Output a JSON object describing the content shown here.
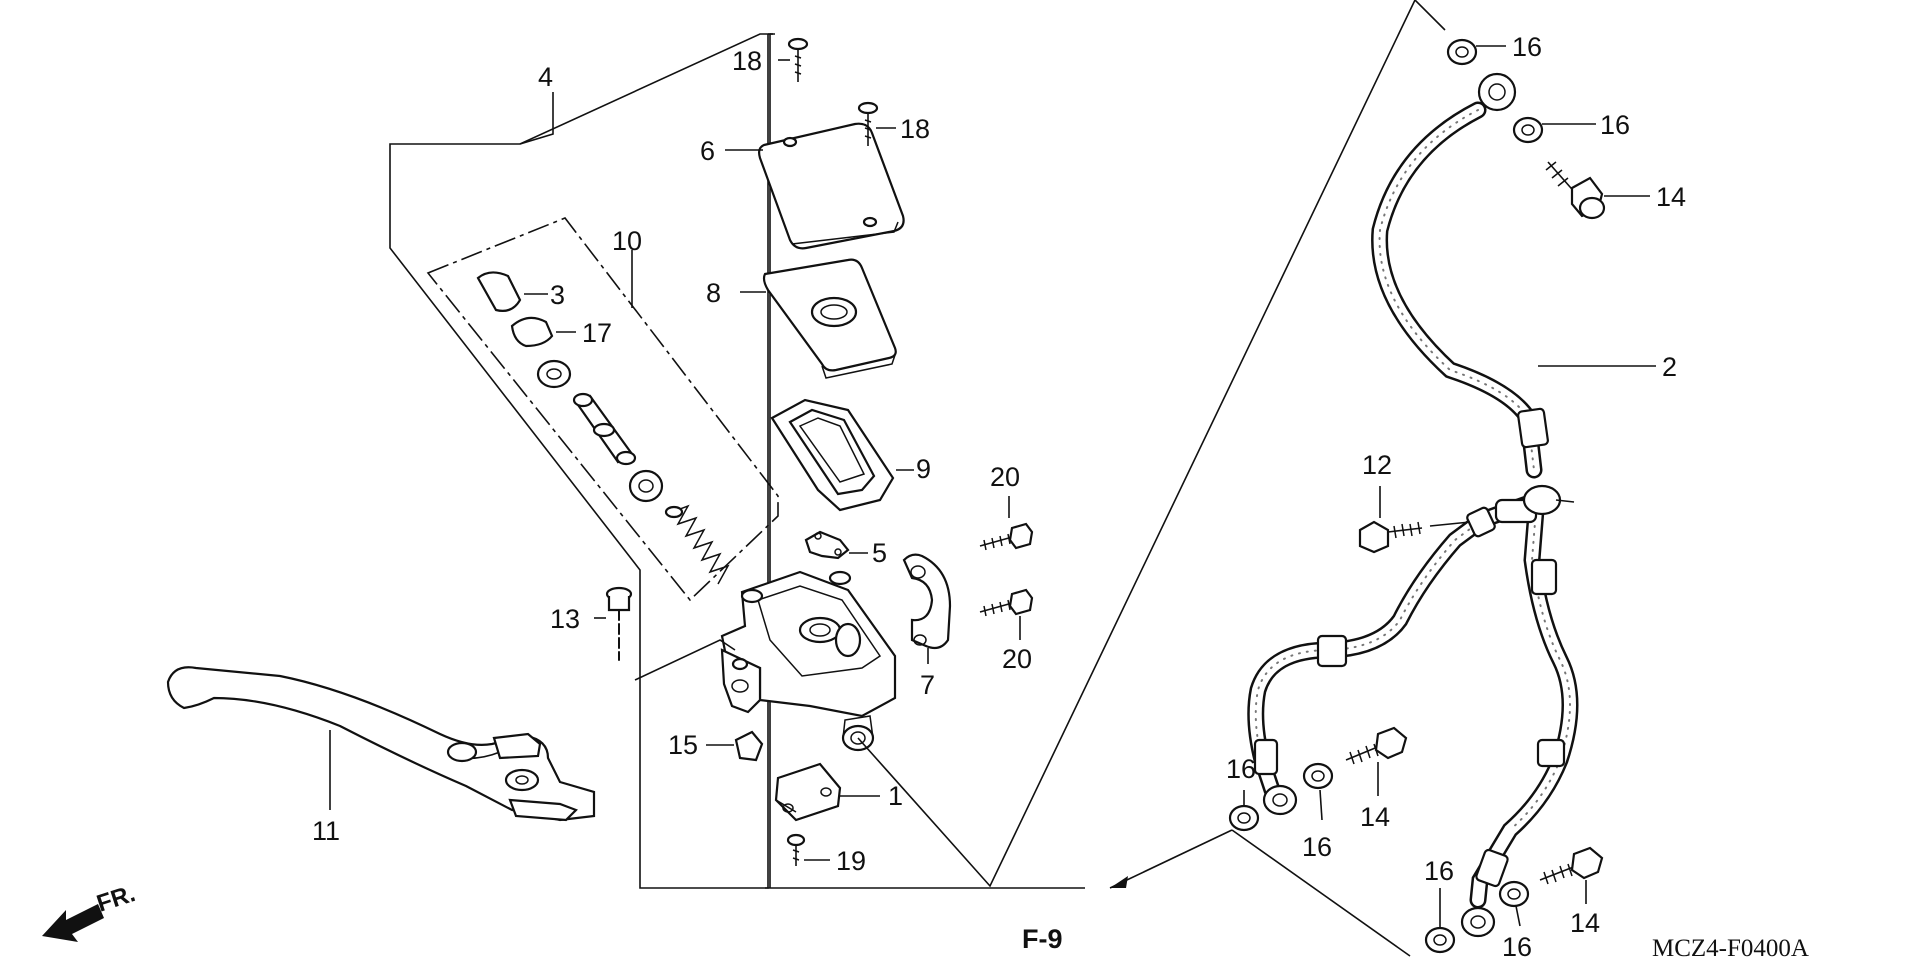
{
  "diagram": {
    "figure_ref": "F-9",
    "diagram_code": "MCZ4-F0400A",
    "front_indicator": "FR.",
    "callouts": {
      "p1": "1",
      "p2": "2",
      "p3": "3",
      "p4": "4",
      "p5": "5",
      "p6": "6",
      "p7": "7",
      "p8": "8",
      "p9": "9",
      "p10": "10",
      "p11": "11",
      "p12": "12",
      "p13": "13",
      "p14a": "14",
      "p14b": "14",
      "p14c": "14",
      "p15": "15",
      "p16a": "16",
      "p16b": "16",
      "p16c": "16",
      "p16d": "16",
      "p16e": "16",
      "p16f": "16",
      "p17": "17",
      "p18a": "18",
      "p18b": "18",
      "p19": "19",
      "p20a": "20",
      "p20b": "20"
    }
  }
}
